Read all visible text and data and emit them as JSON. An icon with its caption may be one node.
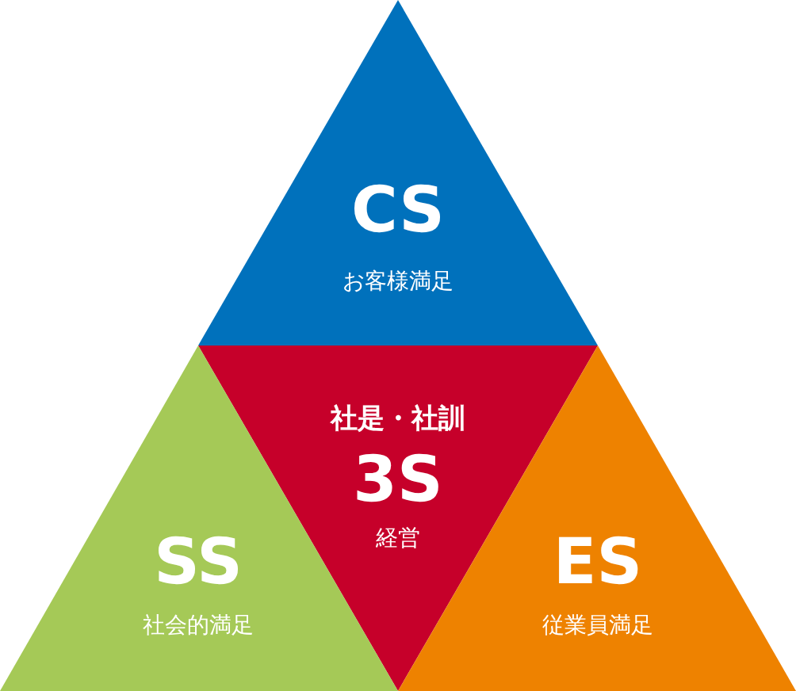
{
  "diagram": {
    "nodes": [
      {
        "text": [
          "CS",
          "お客様満足"
        ]
      },
      {
        "text": [
          "社是・社訓",
          "3S",
          "経営"
        ]
      },
      {
        "text": [
          "SS",
          "社会的満足"
        ]
      },
      {
        "text": [
          "ES",
          "従業員満足"
        ]
      }
    ]
  }
}
